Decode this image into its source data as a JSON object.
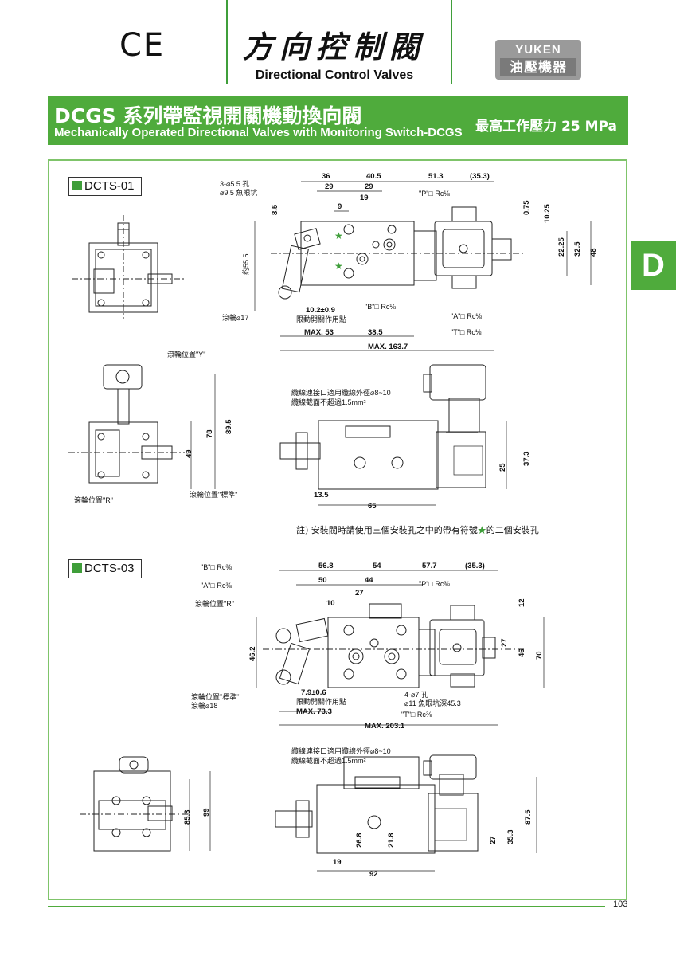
{
  "header": {
    "ce_mark": "CE",
    "title_zh": "方向控制閥",
    "title_en": "Directional Control Valves",
    "logo_top": "YUKEN",
    "logo_bottom": "油壓機器"
  },
  "banner": {
    "title": "DCGS 系列帶監視開關機動換向閥",
    "subtitle": "Mechanically Operated Directional Valves with Monitoring Switch-DCGS",
    "pressure": "最高工作壓力  25 MPa"
  },
  "section_tab": "D",
  "models": [
    "DCTS-01",
    "DCTS-03"
  ],
  "dcts01": {
    "labels": {
      "holes": "3-⌀5.5 孔",
      "counterbore": "⌀9.5 魚眼坑",
      "p_port": "\"P\"□ Rc⅛",
      "b_port": "\"B\"□ Rc⅛",
      "a_port": "\"A\"□ Rc⅛",
      "t_port": "\"T\"□ Rc⅛",
      "roller": "滾輪⌀17",
      "stroke": "10.2±0.9",
      "limit": "限動開關作用點",
      "max53": "MAX. 53",
      "max163": "MAX. 163.7",
      "about": "約55.5",
      "roller_y": "滾輪位置\"Y\"",
      "roller_r": "滾輪位置\"R\"",
      "roller_std": "滾輪位置\"標準\"",
      "cable1": "纜線連接口適用纜線外徑⌀8~10",
      "cable2": "纜線截面不超過1.5mm²"
    },
    "dims": [
      "36",
      "40.5",
      "51.3",
      "(35.3)",
      "29",
      "29",
      "19",
      "9",
      "8.5",
      "0.75",
      "10.25",
      "22.25",
      "32.5",
      "48",
      "38.5",
      "78",
      "89.5",
      "49",
      "13.5",
      "65",
      "25",
      "37.3"
    ]
  },
  "footnote": {
    "text_before": "註) 安裝閥時請使用三個安裝孔之中的帶有符號",
    "star": "★",
    "text_after": "的二個安裝孔"
  },
  "dcts03": {
    "labels": {
      "b_port": "\"B\"□ Rc⅜",
      "a_port": "\"A\"□ Rc⅜",
      "p_port": "\"P\"□ Rc⅜",
      "t_port": "\"T\"□ Rc⅜",
      "roller_r": "滾輪位置\"R\"",
      "roller_std": "滾輪位置\"標準\"",
      "roller": "滾輪⌀18",
      "stroke": "7.9±0.6",
      "limit": "限動開關作用點",
      "max73": "MAX. 73.3",
      "max203": "MAX. 203.1",
      "holes": "4-⌀7 孔",
      "counterbore": "⌀11 魚眼坑深45.3",
      "cable1": "纜線連接口適用纜線外徑⌀8~10",
      "cable2": "纜線截面不超過1.5mm²"
    },
    "dims": [
      "56.8",
      "54",
      "57.7",
      "(35.3)",
      "50",
      "44",
      "27",
      "10",
      "12",
      "46.2",
      "27",
      "46",
      "70",
      "85.3",
      "99",
      "26.8",
      "21.8",
      "19",
      "92",
      "27",
      "35.3",
      "87.5"
    ]
  },
  "page_number": "103",
  "colors": {
    "accent": "#4fab3c",
    "frame": "#7fc46a"
  }
}
